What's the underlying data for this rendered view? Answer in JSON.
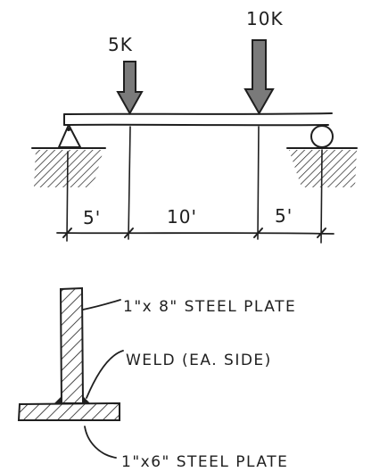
{
  "loads": {
    "load_left": "5K",
    "load_right": "10K"
  },
  "dimensions": {
    "span_left": "5'",
    "span_middle": "10'",
    "span_right": "5'"
  },
  "section_labels": {
    "web_plate": "1\"x 8\" STEEL PLATE",
    "weld": "WELD (EA. SIDE)",
    "flange_plate": "1\"x6\" STEEL PLATE"
  },
  "colors": {
    "ink": "#1f1f1f",
    "arrow_fill": "#7a7a7a",
    "background": "#ffffff"
  }
}
